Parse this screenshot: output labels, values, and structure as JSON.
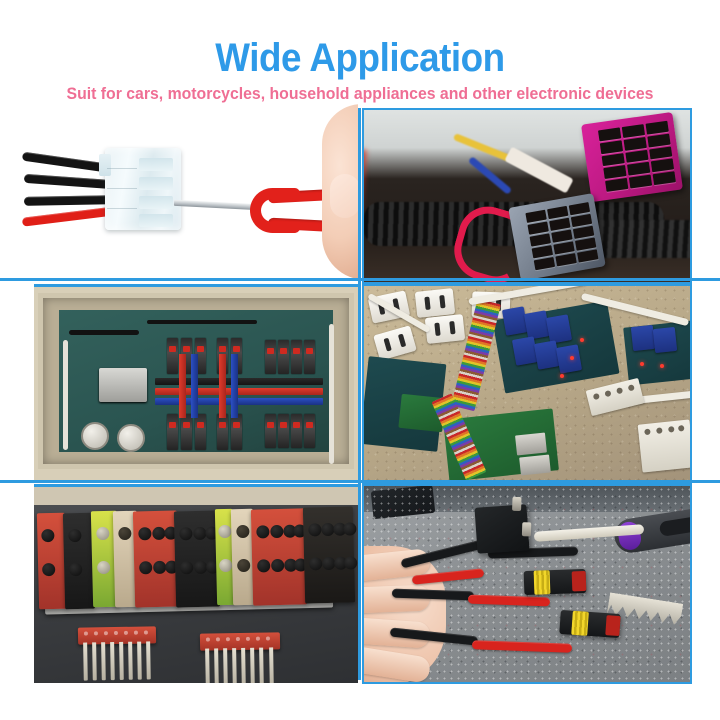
{
  "header": {
    "title": "Wide Application",
    "subtitle": "Suit for cars, motorcycles, household appliances and other electronic devices",
    "title_color": "#2e9ae8",
    "subtitle_color": "#ef6e94"
  },
  "layout": {
    "background_color": "#ffffff",
    "divider_color": "#2e9be0",
    "columns": 2,
    "rows": 3
  },
  "panels": [
    {
      "id": "panel-1",
      "position": "top-left",
      "caption": "Pin extractor tool removing a terminal from a white Molex connector",
      "background": "white studio",
      "elements": [
        "white translucent 4-way connector",
        "three black wires",
        "one red wire",
        "steel extractor blade",
        "red U-shaped tool handle",
        "hand holding tool"
      ]
    },
    {
      "id": "panel-2",
      "position": "top-right",
      "caption": "Automotive wiring harness with ISO radio connectors",
      "background": "dark workbench",
      "elements": [
        "magenta ISO connector",
        "grey ISO connector",
        "red loop wire",
        "black corrugated conduit",
        "yellow, blue and orange harness wires"
      ]
    },
    {
      "id": "panel-3",
      "position": "middle-left",
      "caption": "Household electrical distribution panel with circuit breakers",
      "background": "metal enclosure, teal backplate",
      "elements": [
        "circuit breaker rows",
        "red busbar",
        "blue busbar",
        "main breaker",
        "two timer dials",
        "white and black wiring"
      ]
    },
    {
      "id": "panel-4",
      "position": "middle-right",
      "caption": "Raspberry Pi home-automation build with relay boards and outlets",
      "background": "speckled workbench",
      "elements": [
        "Raspberry Pi board",
        "blue relay modules",
        "rainbow ribbon cable",
        "white electrical outlets",
        "screw terminal strips",
        "red status LEDs"
      ]
    },
    {
      "id": "panel-5",
      "position": "bottom-left",
      "caption": "DIN rail terminal blocks with red jumper combs",
      "background": "dark workbench",
      "elements": [
        "red terminal blocks",
        "black terminal blocks",
        "yellow-green earth block",
        "beige end block",
        "DIN rail",
        "two red jumper combs"
      ]
    },
    {
      "id": "panel-6",
      "position": "bottom-right",
      "caption": "Hand holding automotive harness with relay holder and waterproof connectors",
      "background": "speckled concrete",
      "elements": [
        "black relay / fuse holder",
        "waterproof connectors with yellow seals",
        "red and black cables",
        "purple handled tool",
        "metal key"
      ]
    }
  ]
}
